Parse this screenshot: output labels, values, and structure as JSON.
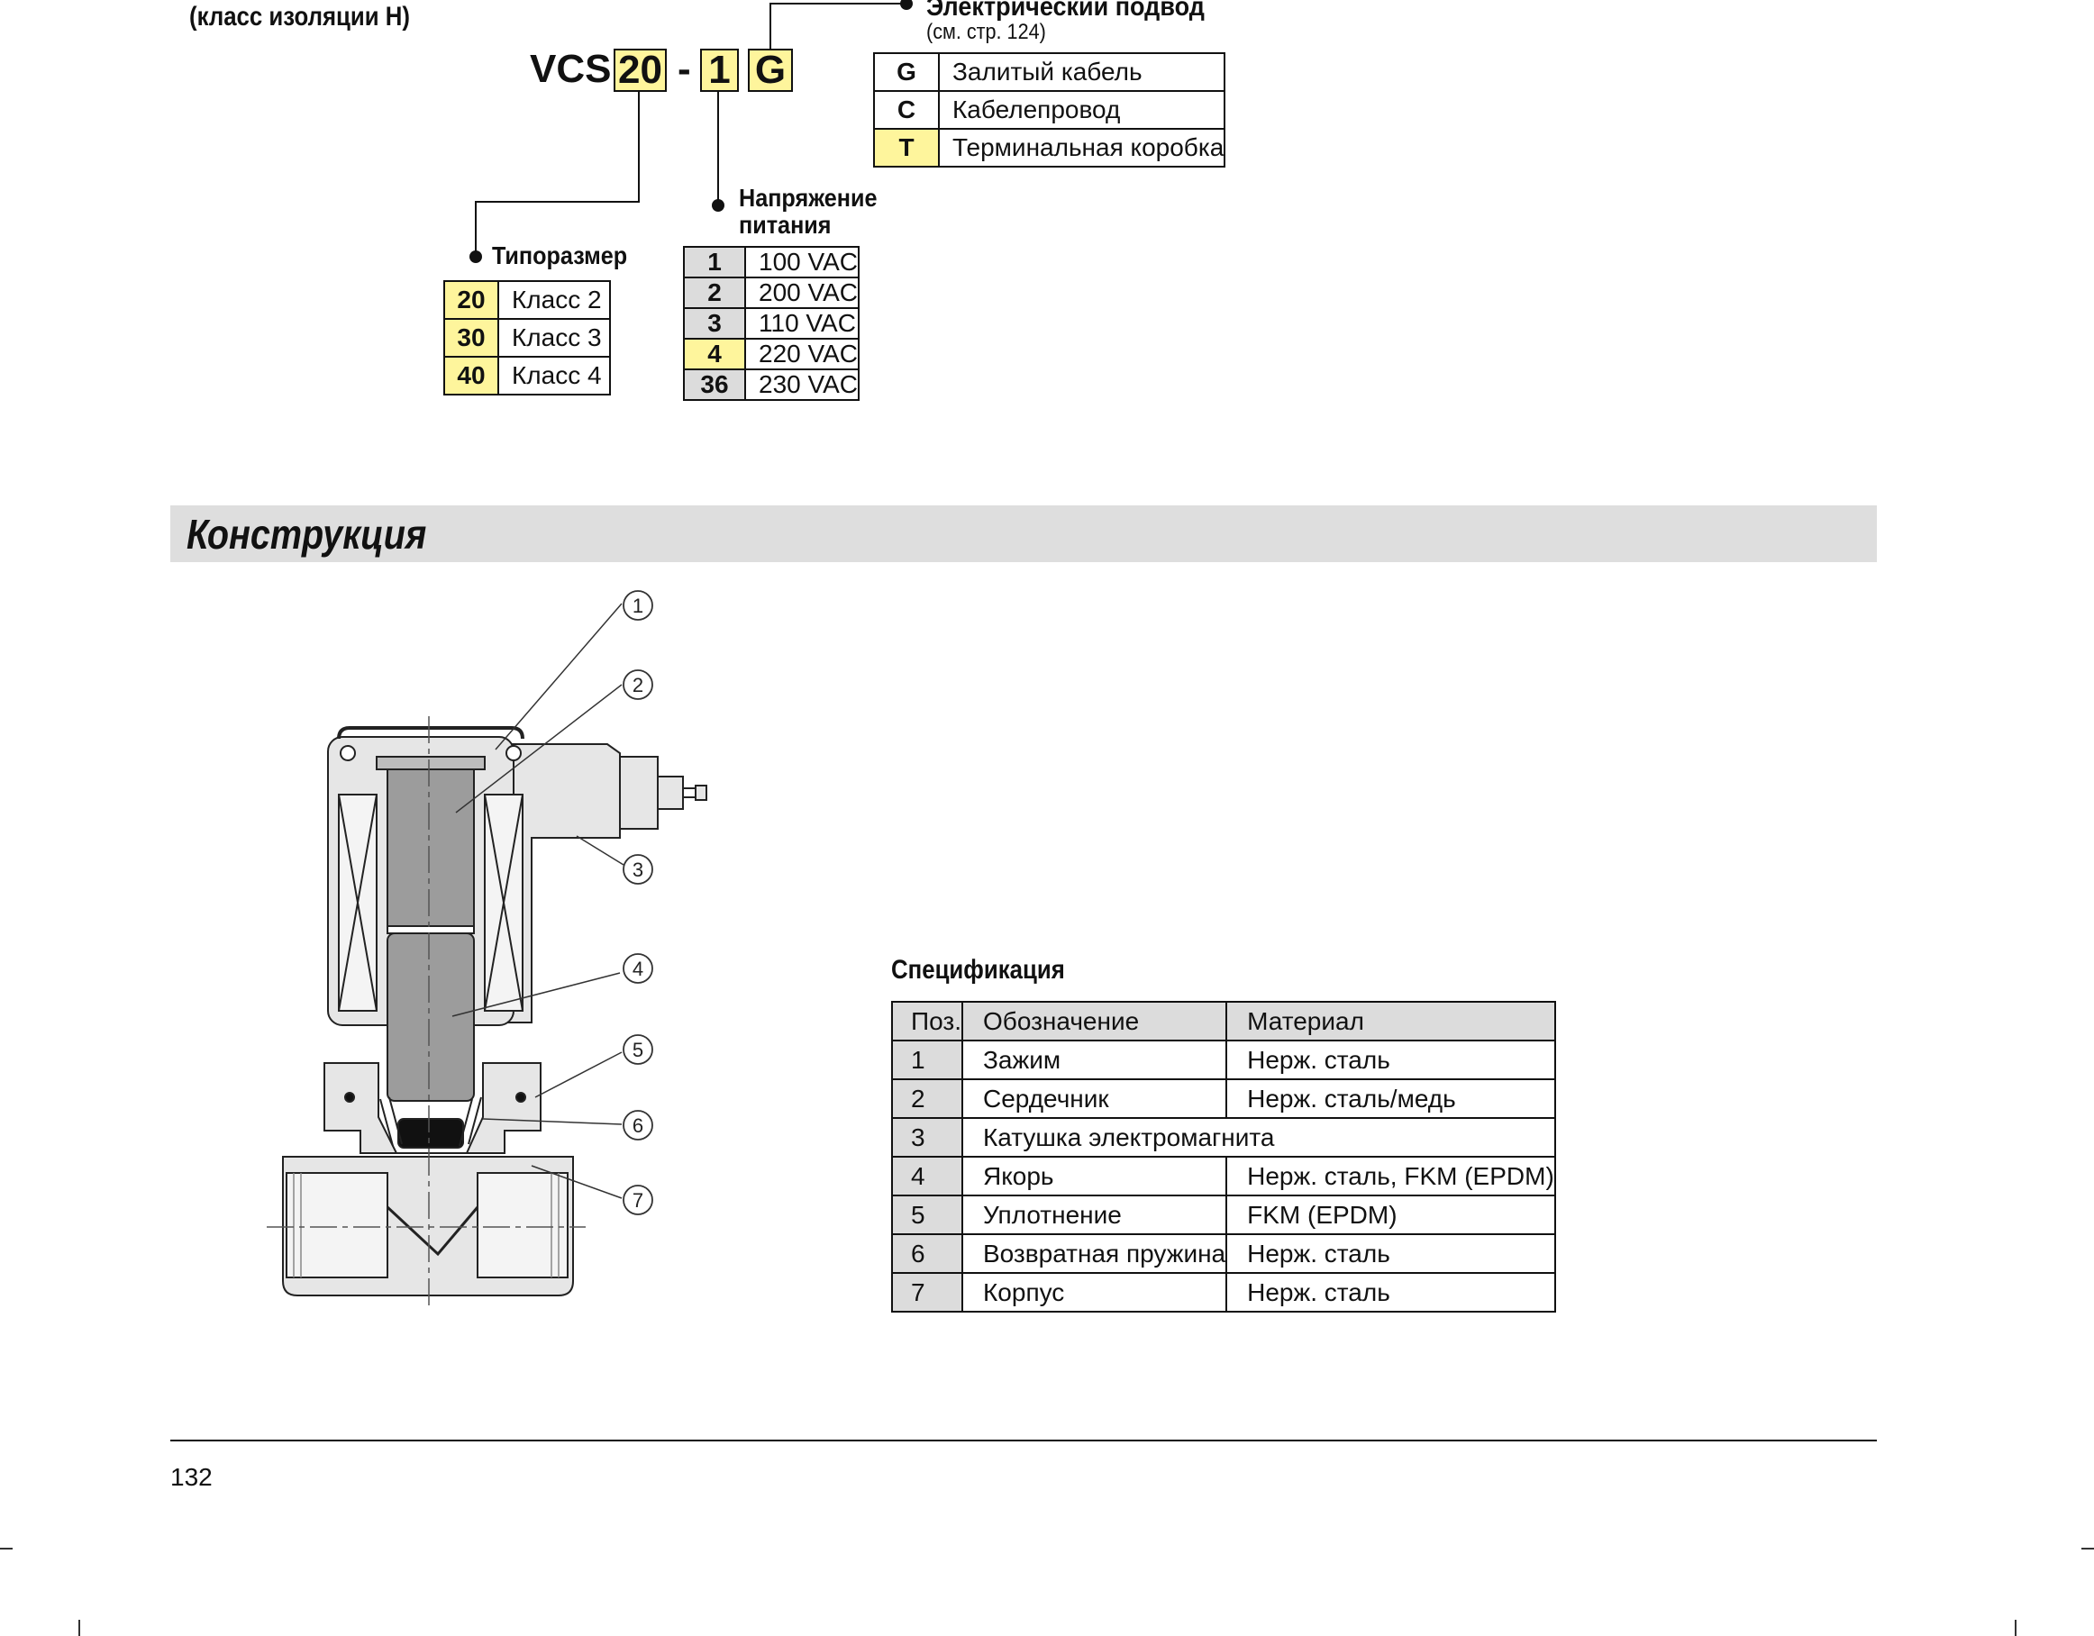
{
  "header": {
    "insulation_class": "(класс изоляции H)",
    "model_prefix": "VCS",
    "model_size": "20",
    "model_dash": "-",
    "model_voltage": "1",
    "model_electrical": "G"
  },
  "electrical": {
    "title": "Электрический подвод",
    "note": "(см. стр. 124)",
    "rows": [
      {
        "code": "G",
        "label": "Залитый кабель",
        "highlight": false
      },
      {
        "code": "C",
        "label": "Кабелепровод",
        "highlight": false
      },
      {
        "code": "T",
        "label": "Терминальная коробка",
        "highlight": true
      }
    ]
  },
  "voltage": {
    "title_line1": "Напряжение",
    "title_line2": "питания",
    "rows": [
      {
        "code": "1",
        "label": "100 VAC",
        "highlight": false
      },
      {
        "code": "2",
        "label": "200 VAC",
        "highlight": false
      },
      {
        "code": "3",
        "label": "110 VAC",
        "highlight": false
      },
      {
        "code": "4",
        "label": "220 VAC",
        "highlight": true
      },
      {
        "code": "36",
        "label": "230 VAC",
        "highlight": false
      }
    ]
  },
  "size": {
    "title": "Типоразмер",
    "rows": [
      {
        "code": "20",
        "label": "Класс 2",
        "highlight": true
      },
      {
        "code": "30",
        "label": "Класс 3",
        "highlight": true
      },
      {
        "code": "40",
        "label": "Класс 4",
        "highlight": true
      }
    ]
  },
  "section": {
    "title": "Конструкция"
  },
  "figure": {
    "callouts": [
      "1",
      "2",
      "3",
      "4",
      "5",
      "6",
      "7"
    ]
  },
  "spec": {
    "title": "Спецификация",
    "headers": [
      "Поз.",
      "Обозначение",
      "Материал"
    ],
    "rows": [
      {
        "pos": "1",
        "name": "Зажим",
        "material": "Нерж. сталь"
      },
      {
        "pos": "2",
        "name": "Сердечник",
        "material": "Нерж. сталь/медь"
      },
      {
        "pos": "3",
        "name": "Катушка электромагнита",
        "material": ""
      },
      {
        "pos": "4",
        "name": "Якорь",
        "material": "Нерж. сталь, FKM (EPDM)"
      },
      {
        "pos": "5",
        "name": "Уплотнение",
        "material": "FKM (EPDM)"
      },
      {
        "pos": "6",
        "name": "Возвратная пружина",
        "material": "Нерж. сталь"
      },
      {
        "pos": "7",
        "name": "Корпус",
        "material": "Нерж. сталь"
      }
    ]
  },
  "footer": {
    "page_number": "132"
  },
  "colors": {
    "highlight": "#fef59c",
    "header_fill": "#dcdcdc",
    "section_band": "#dedede"
  }
}
